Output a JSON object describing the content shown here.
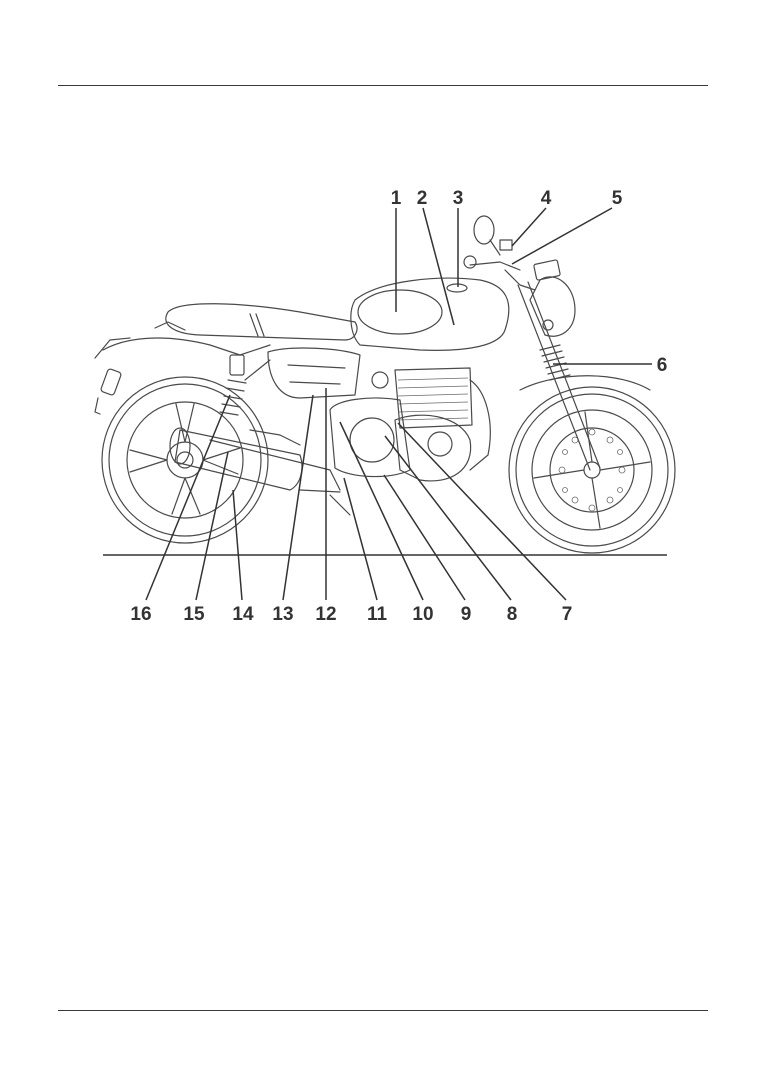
{
  "callouts": [
    {
      "num": "1"
    },
    {
      "num": "2"
    },
    {
      "num": "3"
    },
    {
      "num": "4"
    },
    {
      "num": "5"
    },
    {
      "num": "6"
    },
    {
      "num": "7"
    },
    {
      "num": "8"
    },
    {
      "num": "9"
    },
    {
      "num": "10"
    },
    {
      "num": "11"
    },
    {
      "num": "12"
    },
    {
      "num": "13"
    },
    {
      "num": "14"
    },
    {
      "num": "15"
    },
    {
      "num": "16"
    }
  ]
}
